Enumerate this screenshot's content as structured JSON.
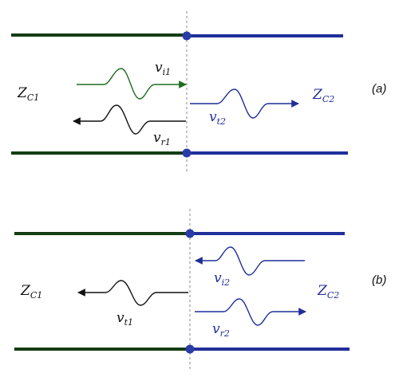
{
  "colors": {
    "line1": "#143d14",
    "line2": "#1f2f9a",
    "wave_green": "#1f6b1f",
    "wave_black": "#111111",
    "wave_blue": "#1f2f9a",
    "junction": "#2a3ca8",
    "divider": "#8a8a8a"
  },
  "panel_a": {
    "label": "(a)",
    "z1": {
      "main": "Z",
      "sub": "C1"
    },
    "z2": {
      "main": "Z",
      "sub": "C2"
    },
    "vi": {
      "main": "v",
      "sub": "i1"
    },
    "vr": {
      "main": "v",
      "sub": "r1"
    },
    "vt": {
      "main": "v",
      "sub": "t2"
    }
  },
  "panel_b": {
    "label": "(b)",
    "z1": {
      "main": "Z",
      "sub": "C1"
    },
    "z2": {
      "main": "Z",
      "sub": "C2"
    },
    "vi": {
      "main": "v",
      "sub": "i2"
    },
    "vt": {
      "main": "v",
      "sub": "t1"
    },
    "vr": {
      "main": "v",
      "sub": "r2"
    }
  }
}
